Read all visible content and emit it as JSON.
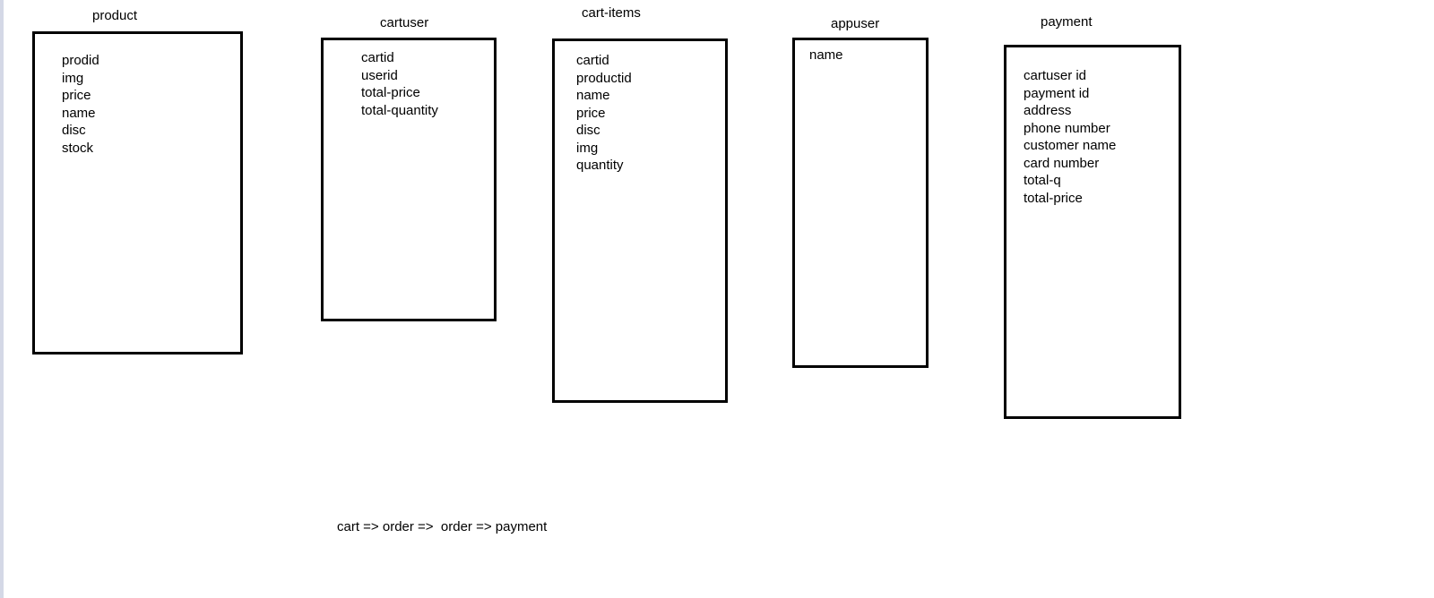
{
  "entities": {
    "product": {
      "title": "product",
      "fields": [
        "prodid",
        "img",
        "price",
        "name",
        "disc",
        "stock"
      ]
    },
    "cartuser": {
      "title": "cartuser",
      "fields": [
        "cartid",
        "userid",
        "total-price",
        "total-quantity"
      ]
    },
    "cart_items": {
      "title": "cart-items",
      "fields": [
        "cartid",
        "productid",
        "name",
        "price",
        "disc",
        "img",
        "quantity"
      ]
    },
    "appuser": {
      "title": "appuser",
      "fields": [
        "name"
      ]
    },
    "payment": {
      "title": "payment",
      "fields": [
        "cartuser id",
        "payment id",
        "address",
        "phone number",
        "customer name",
        "card number",
        "total-q",
        "total-price"
      ]
    }
  },
  "flow_note": "cart => order =>  order => payment",
  "colors": {
    "background": "#ffffff",
    "border": "#000000",
    "left_edge": "#d4d8e6"
  }
}
